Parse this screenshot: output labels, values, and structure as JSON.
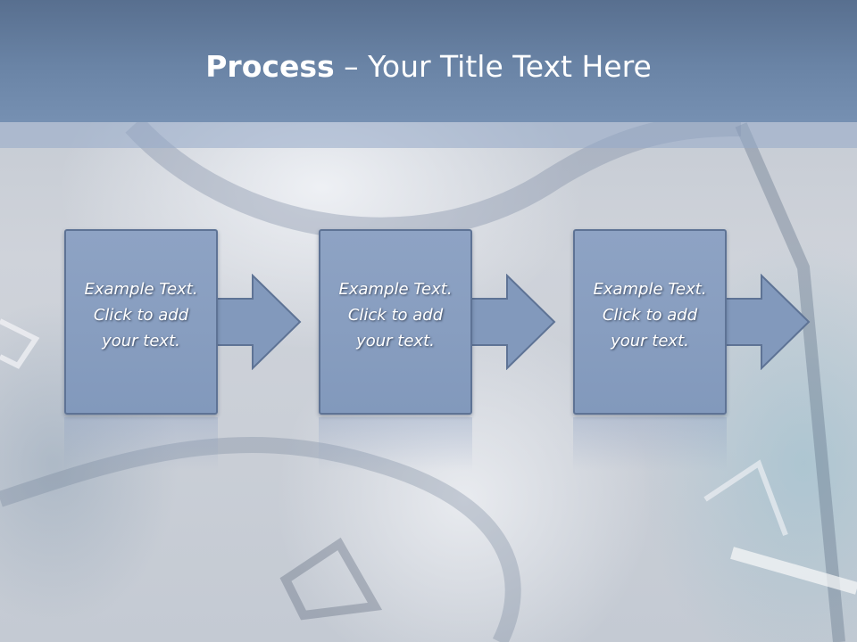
{
  "title": {
    "bold_part": "Process",
    "rest_part": "– Your Title Text Here"
  },
  "steps": [
    {
      "text": "Example Text.\nClick  to add\nyour text."
    },
    {
      "text": "Example Text.\nClick  to add\nyour text."
    },
    {
      "text": "Example Text.\nClick  to add\nyour text."
    }
  ],
  "colors": {
    "header": "#6a84a6",
    "box_fill": "#8ea3c4",
    "box_border": "#5e7395"
  }
}
